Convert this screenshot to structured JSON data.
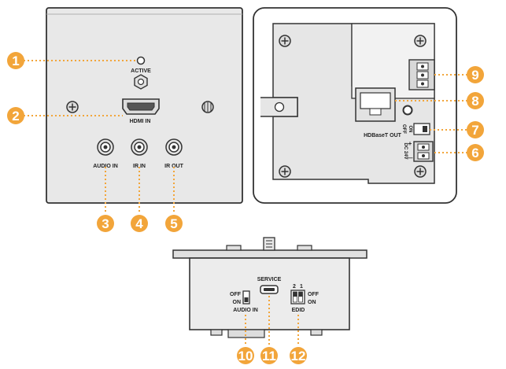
{
  "front_panel": {
    "labels": {
      "active": "ACTIVE",
      "hdmi_in": "HDMI IN",
      "audio_in": "AUDIO IN",
      "ir_in": "IR IN",
      "ir_out": "IR OUT"
    }
  },
  "rear_panel": {
    "labels": {
      "hdbaset_out": "HDBaseT OUT",
      "on": "ON",
      "off": "OFF",
      "dc_24v": "DC 24V",
      "plus": "+",
      "minus": "—"
    }
  },
  "bottom_view": {
    "labels": {
      "service": "SERVICE",
      "off_left": "OFF",
      "on_left": "ON",
      "audio_in": "AUDIO IN",
      "dip_2": "2",
      "dip_1": "1",
      "off_right": "OFF",
      "on_right": "ON",
      "edid": "EDID"
    }
  },
  "callouts": [
    "1",
    "2",
    "3",
    "4",
    "5",
    "6",
    "7",
    "8",
    "9",
    "10",
    "11",
    "12"
  ],
  "colors": {
    "callout": "#f2a53a",
    "outline": "#333333",
    "panel": "#e8e8e8"
  }
}
